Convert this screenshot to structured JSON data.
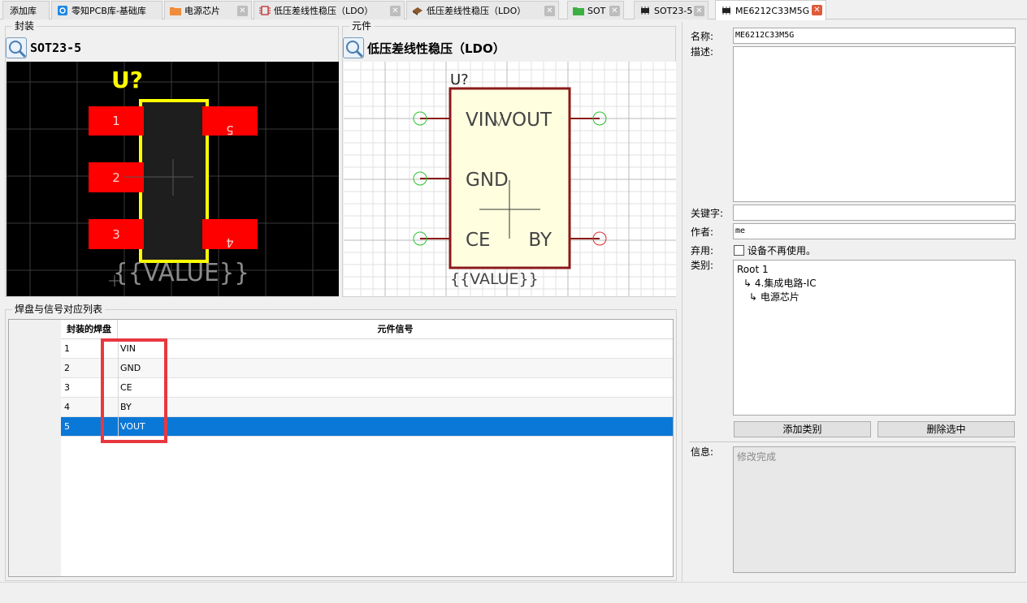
{
  "tabs": [
    {
      "label": "添加库",
      "icon": "none"
    },
    {
      "label": "零知PCB库-基础库",
      "icon": "library-icon"
    },
    {
      "label": "电源芯片",
      "icon": "folder-icon"
    },
    {
      "label": "低压差线性稳压（LDO）",
      "icon": "chip-icon"
    },
    {
      "label": "低压差线性稳压（LDO）",
      "icon": "component-icon"
    },
    {
      "label": "SOT",
      "icon": "folder-icon"
    },
    {
      "label": "SOT23-5",
      "icon": "footprint-icon"
    },
    {
      "label": "ME6212C33M5G",
      "icon": "footprint-icon"
    }
  ],
  "close_glyph": "✕",
  "footprint_group": {
    "title": "封装",
    "name": "SOT23-5",
    "refdes": "U?",
    "value_text": "{{VALUE}}",
    "pads": [
      "1",
      "2",
      "3",
      "4",
      "5"
    ]
  },
  "component_group": {
    "title": "元件",
    "name": "低压差线性稳压（LDO）",
    "refdes": "U?",
    "value_text": "{{VALUE}}",
    "pin_vin": "VIN",
    "pin_vout": "VOUT",
    "pin_gnd": "GND",
    "pin_ce": "CE",
    "pin_by": "BY"
  },
  "pad_map": {
    "title": "焊盘与信号对应列表",
    "col_pad": "封装的焊盘",
    "col_signal": "元件信号",
    "rows": [
      {
        "pad": "1",
        "signal": "VIN"
      },
      {
        "pad": "2",
        "signal": "GND"
      },
      {
        "pad": "3",
        "signal": "CE"
      },
      {
        "pad": "4",
        "signal": "BY"
      },
      {
        "pad": "5",
        "signal": "VOUT"
      }
    ]
  },
  "props": {
    "name_label": "名称:",
    "name_value": "ME6212C33M5G",
    "desc_label": "描述:",
    "desc_value": "",
    "keyword_label": "关键字:",
    "keyword_value": "",
    "author_label": "作者:",
    "author_value": "me",
    "deprecated_label": "弃用:",
    "deprecated_check_label": "设备不再使用。",
    "category_label": "类别:",
    "tree": [
      "Root 1",
      "↳ 4.集成电路-IC",
      "↳ 电源芯片"
    ],
    "add_category": "添加类别",
    "delete_selected": "删除选中",
    "info_label": "信息:",
    "info_value": "修改完成"
  },
  "colors": {
    "pad_red": "#ff0000",
    "silk_yellow": "#ffff00",
    "symbol_body": "#ffffe0",
    "symbol_outline": "#8b1a1a",
    "selection_blue": "#0a78d7",
    "highlight_red": "#e8383f"
  }
}
